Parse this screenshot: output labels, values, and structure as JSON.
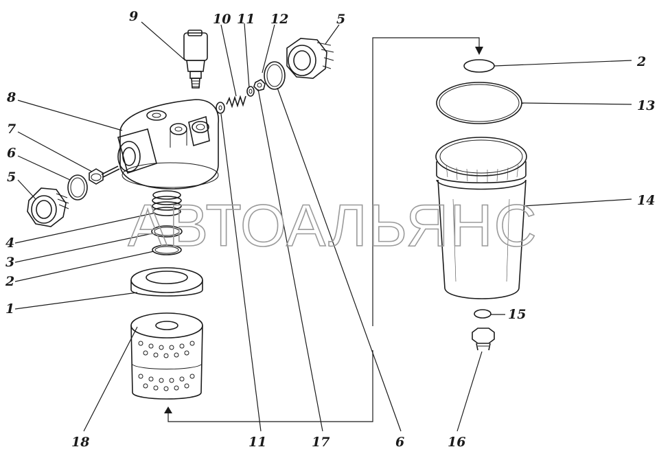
{
  "watermark": "АВТОАЛЬЯНС",
  "callouts": {
    "c9": "9",
    "c10": "10",
    "c11a": "11",
    "c12": "12",
    "c5a": "5",
    "c8": "8",
    "c7": "7",
    "c6a": "6",
    "c5b": "5",
    "c4": "4",
    "c3": "3",
    "c2a": "2",
    "c1": "1",
    "c18": "18",
    "c11b": "11",
    "c17": "17",
    "c6b": "6",
    "c16": "16",
    "c2b": "2",
    "c13": "13",
    "c14": "14",
    "c15": "15"
  }
}
